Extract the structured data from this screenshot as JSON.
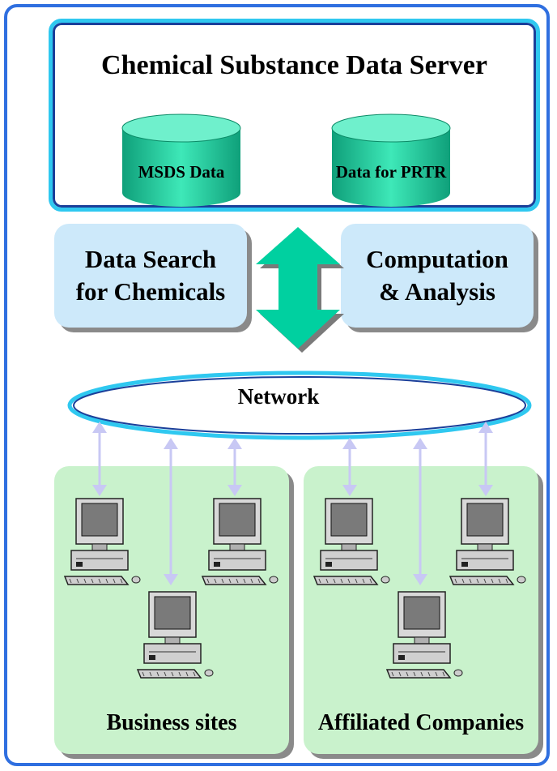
{
  "server": {
    "title": "Chemical Substance Data Server",
    "databases": [
      {
        "label": "MSDS Data"
      },
      {
        "label": "Data for PRTR"
      }
    ]
  },
  "functions": [
    {
      "line1": "Data Search",
      "line2": "for Chemicals"
    },
    {
      "line1": "Computation",
      "line2": "& Analysis"
    }
  ],
  "network": {
    "label": "Network"
  },
  "groups": [
    {
      "label": "Business sites",
      "computers": 3
    },
    {
      "label": "Affiliated Companies",
      "computers": 3
    }
  ],
  "colors": {
    "frame": "#2f6fe0",
    "server_border": "#2fc8f0",
    "database": "#1fd0a0",
    "function_box": "#cde9fa",
    "sync_arrow": "#00d0a0",
    "site_box": "#c9f2cc",
    "link_arrow": "#c8c8f4"
  }
}
